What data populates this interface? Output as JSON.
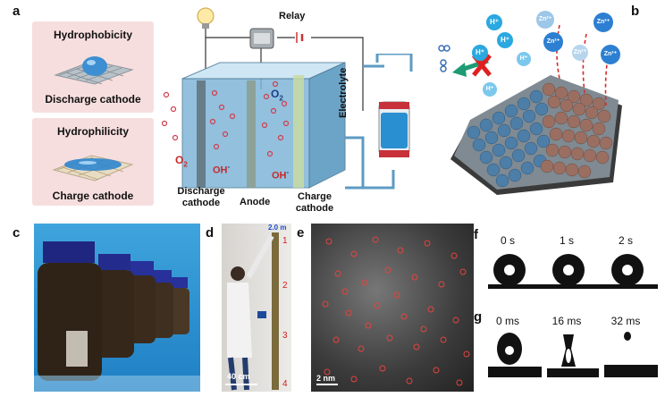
{
  "panels": {
    "a": {
      "label": "a",
      "hydrophobicity_title": "Hydrophobicity",
      "discharge_cathode_card": "Discharge cathode",
      "hydrophilicity_title": "Hydrophilicity",
      "charge_cathode_card": "Charge cathode",
      "relay": "Relay",
      "electrolyte": "Electrolyte",
      "o2_left": "O",
      "o2_left_sub": "2",
      "o2_center": "O",
      "o2_center_sub": "2",
      "oh_left": "OH",
      "oh_left_sup": "-",
      "oh_center": "OH",
      "oh_center_sup": "-",
      "discharge_label_line1": "Discharge",
      "discharge_label_line2": "cathode",
      "anode_label": "Anode",
      "charge_label_line1": "Charge",
      "charge_label_line2": "cathode"
    },
    "b": {
      "label": "b",
      "ions_h": [
        "H⁺",
        "H⁺",
        "H⁺",
        "H⁺",
        "H⁺"
      ],
      "ions_zn": [
        "Zn²⁺",
        "Zn²⁺",
        "Zn²⁺",
        "Zn²⁺",
        "Zn²⁺"
      ]
    },
    "c": {
      "label": "c"
    },
    "d": {
      "label": "d",
      "scale_top": "2.0 m",
      "ticks": [
        "1",
        "2",
        "3",
        "4"
      ],
      "scalebar": "40 cm"
    },
    "e": {
      "label": "e",
      "scalebar": "2 nm"
    },
    "f": {
      "label": "f",
      "times": [
        "0 s",
        "1 s",
        "2 s"
      ]
    },
    "g": {
      "label": "g",
      "times": [
        "0 ms",
        "16 ms",
        "32 ms"
      ]
    }
  },
  "colors": {
    "card_bg": "#f7dede",
    "cell_blue": "#7fb6d8",
    "ion_blue": "#2d7fd1",
    "red": "#d92a2a",
    "green_arrow": "#1e9b74"
  }
}
